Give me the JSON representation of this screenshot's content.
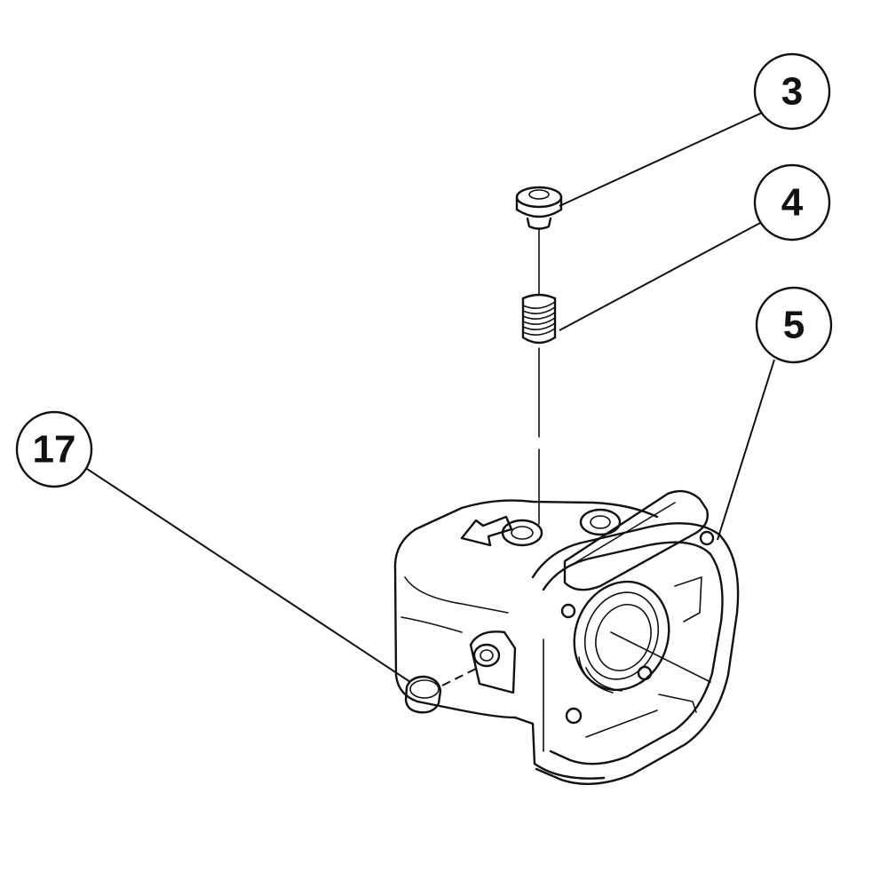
{
  "callouts": [
    {
      "id": "callout-3",
      "label": "3"
    },
    {
      "id": "callout-4",
      "label": "4"
    },
    {
      "id": "callout-5",
      "label": "5"
    },
    {
      "id": "callout-17",
      "label": "17"
    }
  ],
  "parts": {
    "cap_screw": "cap-screw",
    "spring": "compression-spring",
    "gear_housing": "gear-housing",
    "plug": "rubber-plug"
  },
  "colors": {
    "line": "#111111",
    "background": "#ffffff"
  }
}
